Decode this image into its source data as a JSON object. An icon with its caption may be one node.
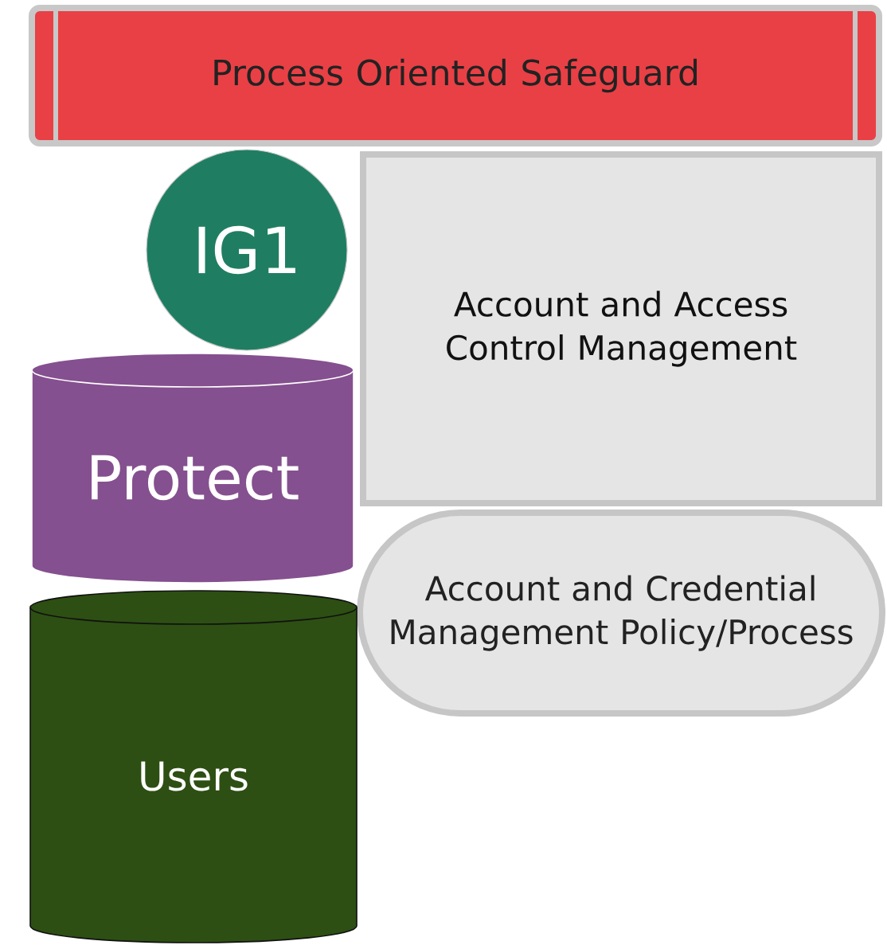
{
  "diagram": {
    "nodes": [
      {
        "text": [
          "Process Oriented Safeguard"
        ]
      },
      {
        "text": [
          "IG1"
        ]
      },
      {
        "text": [
          "Account and Access Control Management"
        ]
      },
      {
        "text": [
          "Protect"
        ]
      },
      {
        "text": [
          "Account and Credential Management Policy/Process"
        ]
      },
      {
        "text": [
          "Users"
        ]
      }
    ]
  }
}
